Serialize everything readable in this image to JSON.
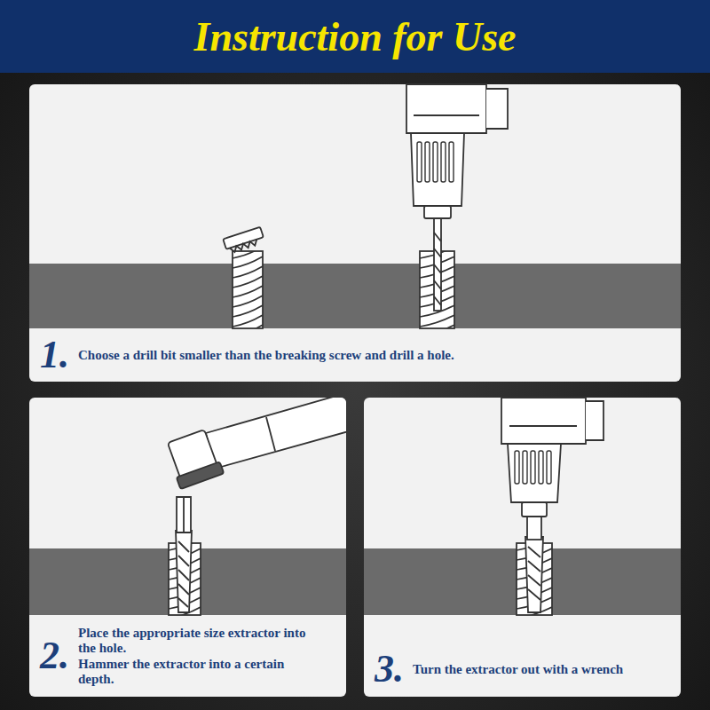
{
  "diagram": {
    "title": "Instruction for Use",
    "nodes": [
      {
        "text": [
          "1.",
          "Choose a drill bit smaller than the breaking screw and drill a hole."
        ]
      },
      {
        "text": [
          "2.",
          "Place the appropriate size extractor into the hole.",
          "Hammer the extractor into a certain depth."
        ]
      },
      {
        "text": [
          "3.",
          "Turn the extractor out with a wrench"
        ]
      }
    ]
  }
}
